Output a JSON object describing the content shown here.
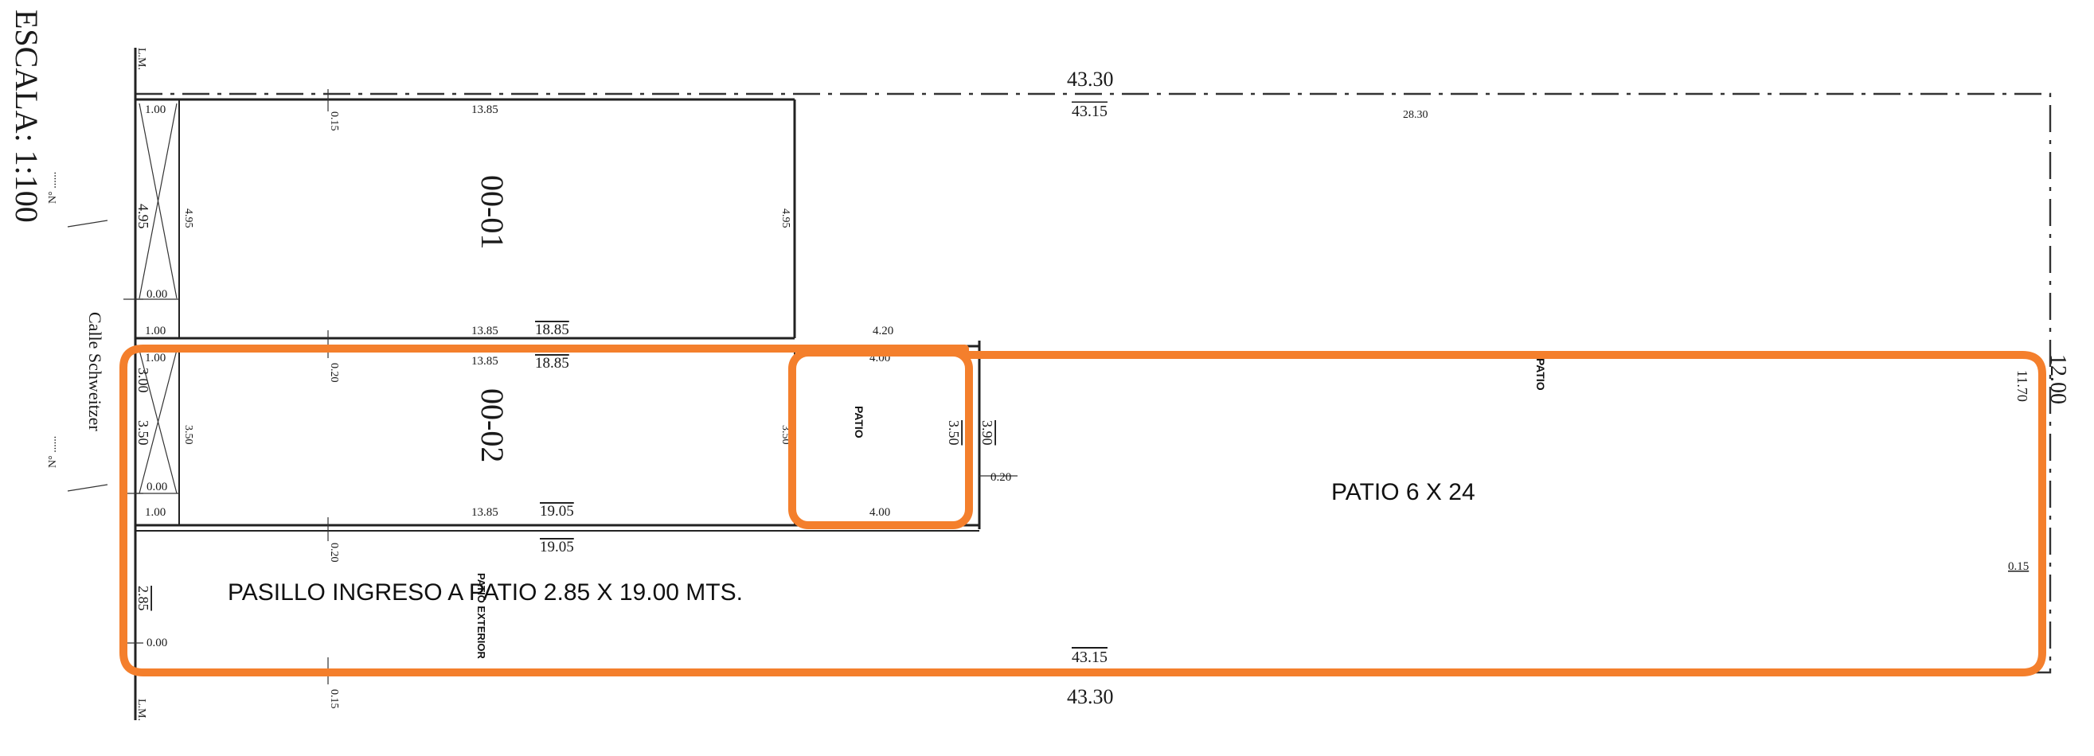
{
  "scale_label": "ESCALA: 1:100",
  "street_label": "Calle Schweitzer",
  "number_marks": [
    "N° ......",
    "N° ......"
  ],
  "property_line_labels": [
    "L.M.",
    "L.M."
  ],
  "units": [
    {
      "name": "00-01"
    },
    {
      "name": "00-02"
    }
  ],
  "room_labels": {
    "patio_small": "PATIO",
    "patio_big": "PATIO",
    "patio_exterior": "PATIO EXTERIOR"
  },
  "dimensions": {
    "total_top": "43.30",
    "total_top_inner": "43.15",
    "right_strip_top": "28.30",
    "total_bottom": "43.30",
    "total_bottom_inner": "43.15",
    "right_height": "12.00",
    "right_inner_height": "11.70",
    "right_offset": "0.15",
    "u1_col_left": "1.00",
    "u1_col_bottom": "1.00",
    "u1_length": "13.85",
    "u1_length_bottom": "13.85",
    "u1_length_total": "18.85",
    "u1_height_left": "4.95",
    "u1_height_inner": "4.95",
    "u1_height_right": "4.95",
    "u1_zero": "0.00",
    "u1_wall": "0.15",
    "patio_width_top": "4.20",
    "u2_col_top": "1.00",
    "u2_col_bottom": "1.00",
    "u2_length_top": "13.85",
    "u2_length_bottom": "13.85",
    "u2_length_total": "18.85",
    "u2_length_total_bottom": "19.05",
    "u2_width_below": "19.05",
    "u2_height_left": "3.50",
    "u2_height_inner": "3.50",
    "u2_height_right": "3.50",
    "u2_zero": "0.00",
    "u2_wall_top": "0.20",
    "u2_wall_bottom": "0.20",
    "u2_side": "3.00",
    "patio_top": "4.00",
    "patio_bottom": "4.00",
    "patio_height": "3.50",
    "patio_height_outer": "3.90",
    "patio_wall": "0.20",
    "corridor_width": "2.85",
    "corridor_zero": "0.00",
    "corridor_wall": "0.15"
  },
  "annotations": {
    "big_patio": "PATIO  6 X 24",
    "corridor": "PASILLO INGRESO A PATIO 2.85 X 19.00 MTS."
  },
  "highlight_color": "#F47F2C"
}
